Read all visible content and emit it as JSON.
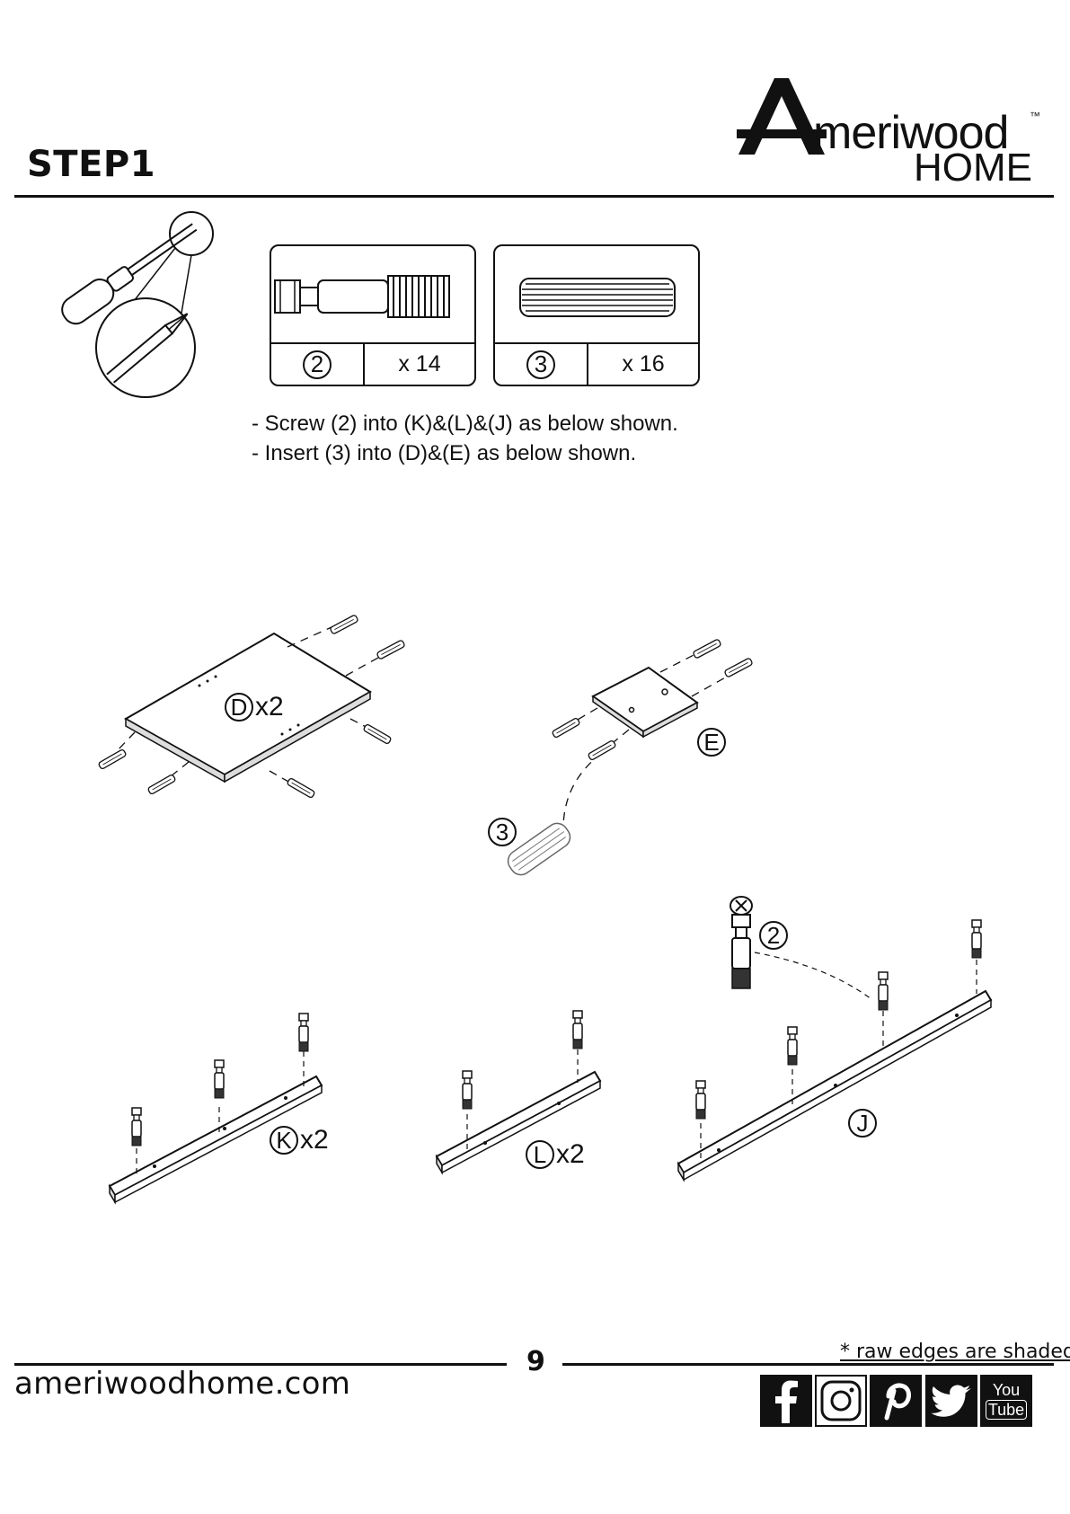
{
  "header": {
    "step_title": "STEP1",
    "brand_main": "meriwood",
    "brand_initial": "A",
    "brand_sub": "HOME",
    "brand_tm": "™"
  },
  "hardware": [
    {
      "part": "2",
      "qty": "x 14",
      "icon": "cam-bolt-icon"
    },
    {
      "part": "3",
      "qty": "x 16",
      "icon": "wood-dowel-icon"
    }
  ],
  "instructions": [
    "- Screw (2) into (K)&(L)&(J) as below shown.",
    "- Insert (3) into (D)&(E) as below shown."
  ],
  "diagram_labels": {
    "d": {
      "letter": "D",
      "qty": "x2"
    },
    "e": {
      "letter": "E"
    },
    "three": {
      "letter": "3"
    },
    "two": {
      "letter": "2"
    },
    "k": {
      "letter": "K",
      "qty": "x2"
    },
    "l": {
      "letter": "L",
      "qty": "x2"
    },
    "j": {
      "letter": "J"
    }
  },
  "footer": {
    "website": "ameriwoodhome.com",
    "page_number": "9",
    "raw_edges_note": "* raw edges are shaded",
    "youtube_top": "You",
    "youtube_bottom": "Tube",
    "social_icons": [
      "facebook-icon",
      "instagram-icon",
      "pinterest-icon",
      "twitter-icon",
      "youtube-icon"
    ]
  }
}
